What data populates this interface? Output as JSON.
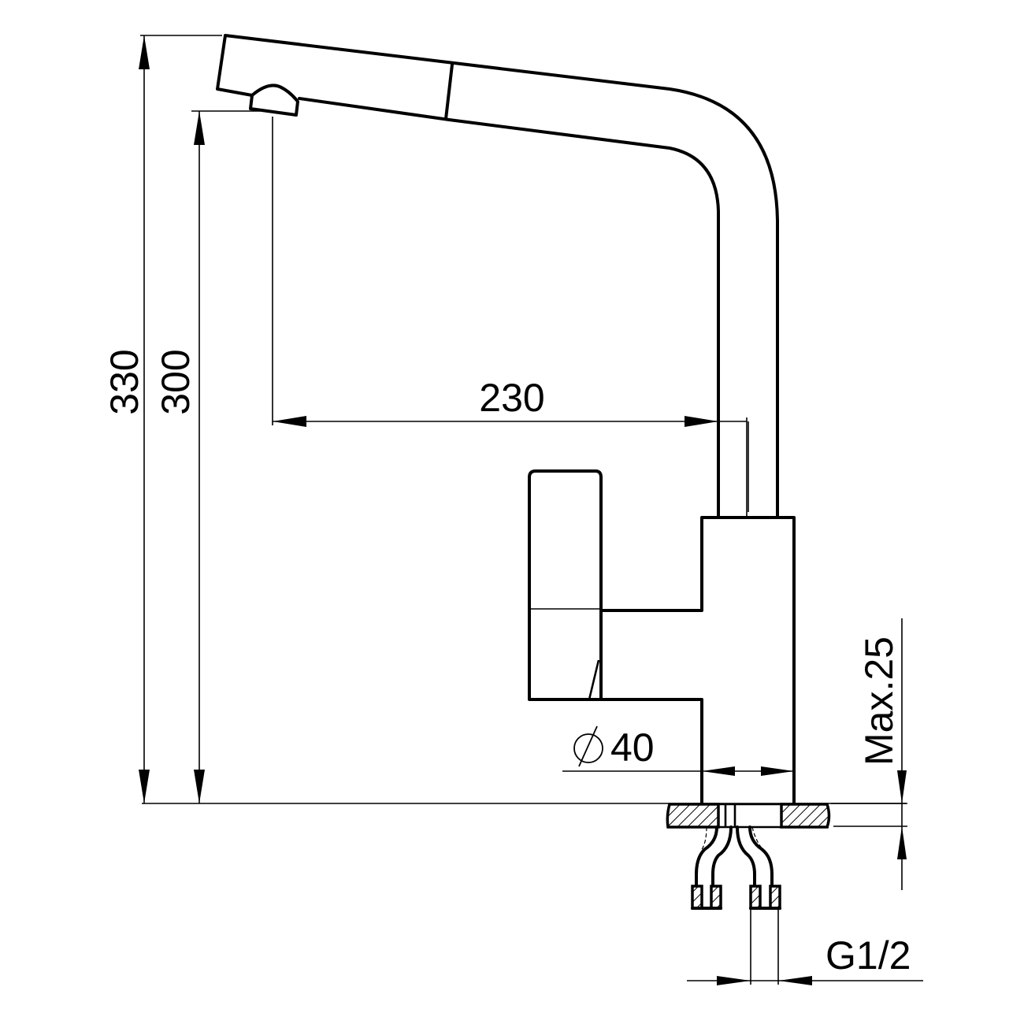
{
  "drawing": {
    "subject": "Kitchen faucet side-view technical drawing",
    "line_color": "#000000",
    "background": "#ffffff"
  },
  "dimensions": {
    "total_height": {
      "label": "330",
      "unit": "mm"
    },
    "spout_height": {
      "label": "300",
      "unit": "mm"
    },
    "spout_reach": {
      "label": "230",
      "unit": "mm"
    },
    "base_diameter": {
      "symbol": "⌀",
      "label": "40",
      "unit": "mm"
    },
    "max_counter_thickness": {
      "label": "Max.25",
      "unit": "mm"
    },
    "connection_thread": {
      "label": "G1/2"
    }
  },
  "parts": [
    "spout",
    "aerator",
    "body",
    "lever-handle",
    "countertop-section",
    "supply-hoses",
    "hose-fittings"
  ]
}
